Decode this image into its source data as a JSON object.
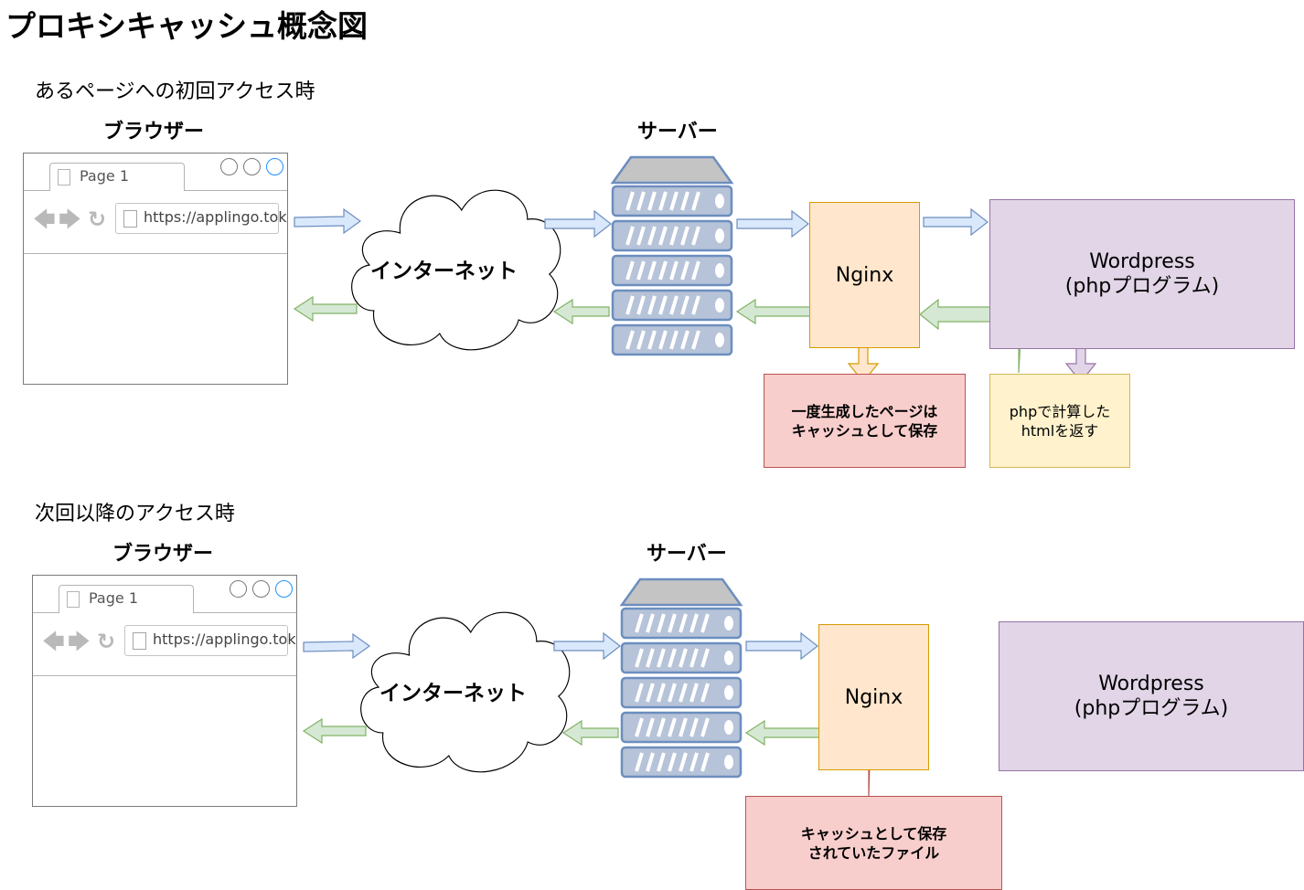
{
  "title": "プロキシキャッシュ概念図",
  "sections": [
    {
      "heading": "あるページへの初回アクセス時",
      "browser_label": "ブラウザー",
      "server_label": "サーバー",
      "browser": {
        "tab": "Page 1",
        "url": "https://applingo.tok"
      },
      "internet": "インターネット",
      "nginx": "Nginx",
      "wordpress": "Wordpress\n(phpプログラム)",
      "cache_note": "一度生成したページは\nキャッシュとして保存",
      "php_note": "phpで計算した\nhtmlを返す"
    },
    {
      "heading": "次回以降のアクセス時",
      "browser_label": "ブラウザー",
      "server_label": "サーバー",
      "browser": {
        "tab": "Page 1",
        "url": "https://applingo.tok"
      },
      "internet": "インターネット",
      "nginx": "Nginx",
      "wordpress": "Wordpress\n(phpプログラム)",
      "cache_note": "キャッシュとして保存\nされていたファイル"
    }
  ],
  "icons": [
    "page-icon",
    "back-arrow-icon",
    "forward-arrow-icon",
    "reload-icon",
    "cloud-icon",
    "server-rack-icon",
    "arrow-icon"
  ],
  "colors": {
    "request_arrow": "#dae8fc",
    "response_arrow": "#d5e8d4",
    "nginx_fill": "#ffe6cc",
    "wordpress_fill": "#e1d5e7",
    "cache_note_fill": "#f8cecc",
    "php_note_fill": "#fff2cc",
    "server_fill": "#b6c3d8"
  }
}
